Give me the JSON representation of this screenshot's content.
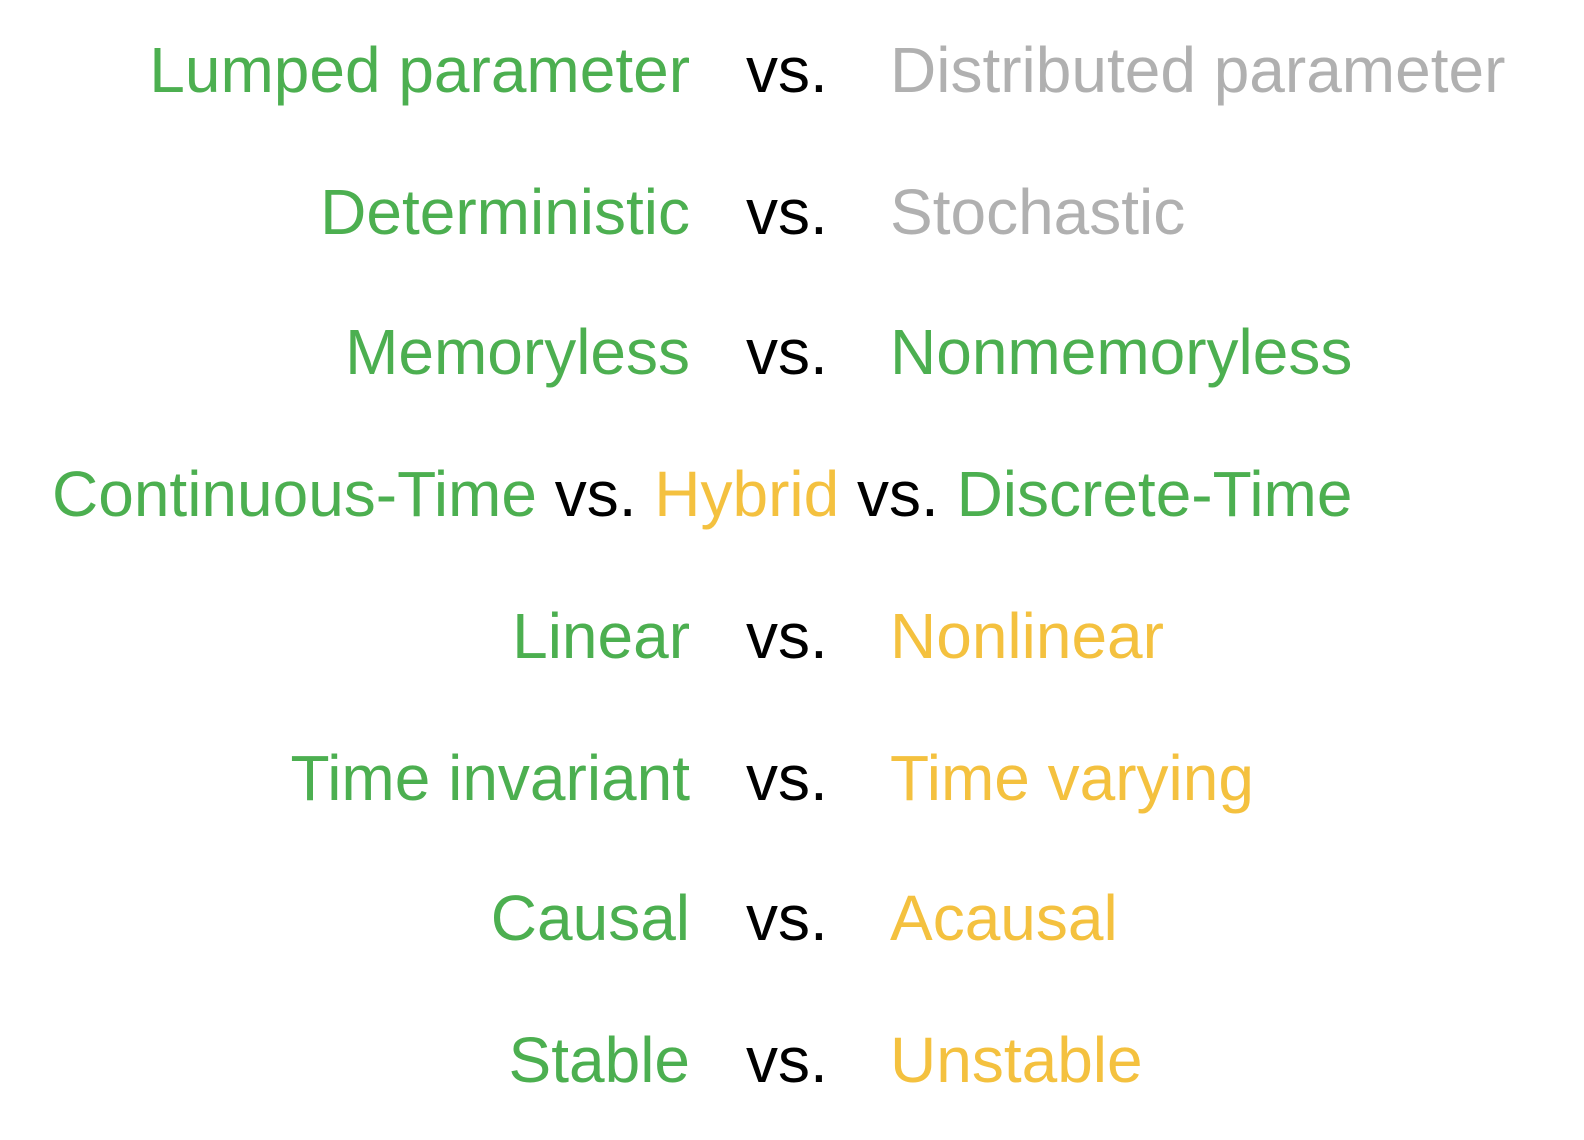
{
  "colors": {
    "green": "#4caf50",
    "gray": "#b0b0b0",
    "yellow": "#f4c13f",
    "black": "#000000"
  },
  "separator": "vs.",
  "rows": [
    {
      "left": "Lumped parameter",
      "right": "Distributed parameter"
    },
    {
      "left": "Deterministic",
      "right": "Stochastic"
    },
    {
      "left": "Memoryless",
      "right": "Nonmemoryless"
    },
    {
      "left": "Continuous-Time",
      "middle": "Hybrid",
      "right": "Discrete-Time"
    },
    {
      "left": "Linear",
      "right": "Nonlinear"
    },
    {
      "left": "Time invariant",
      "right": "Time varying"
    },
    {
      "left": "Causal",
      "right": "Acausal"
    },
    {
      "left": "Stable",
      "right": "Unstable"
    }
  ]
}
